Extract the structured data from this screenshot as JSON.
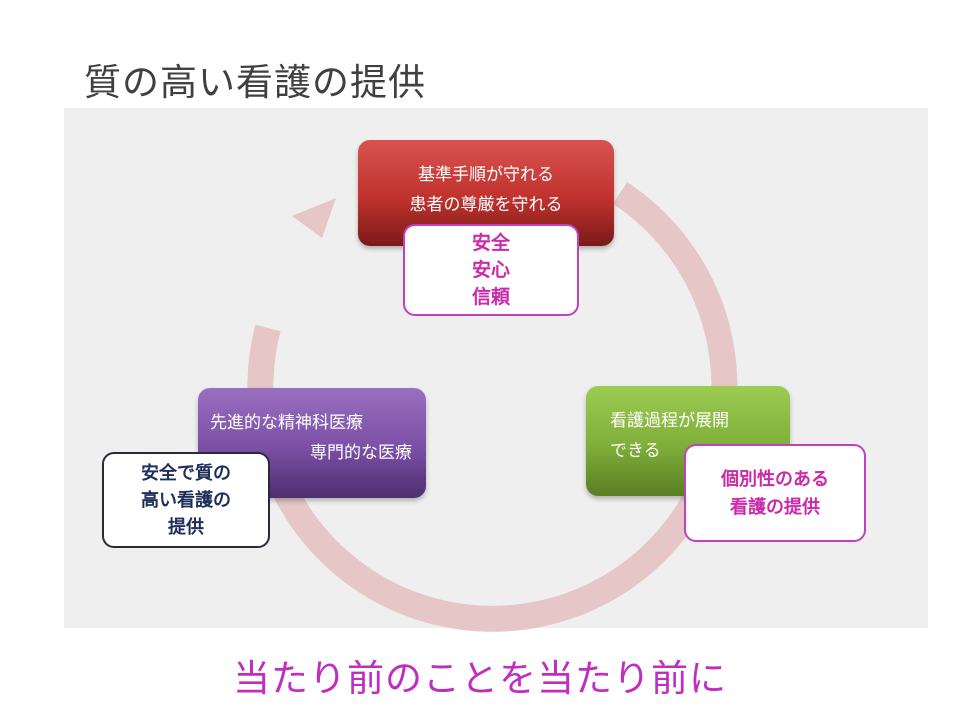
{
  "title": "質の高い看護の提供",
  "cycle": {
    "top_box": {
      "line1": "基準手順が守れる",
      "line2": "患者の尊厳を守れる"
    },
    "top_callout": {
      "line1": "安全",
      "line2": "安心",
      "line3": "信頼"
    },
    "left_box": {
      "line1": "先進的な精神科医療",
      "line2": "専門的な医療"
    },
    "left_callout": {
      "line1": "安全で質の",
      "line2": "高い看護の",
      "line3": "提供"
    },
    "right_box": {
      "line1": "看護過程が展開",
      "line2": "できる"
    },
    "right_callout": {
      "line1": "個別性のある",
      "line2": "看護の提供"
    }
  },
  "footer": "当たり前のことを当たり前に",
  "colors": {
    "red_box": "#c0322e",
    "purple_box": "#7a4fa5",
    "green_box": "#7fae3a",
    "ring": "#e6c6c6",
    "accent_pink": "#cc2aa8",
    "navy": "#1f2f5c"
  }
}
